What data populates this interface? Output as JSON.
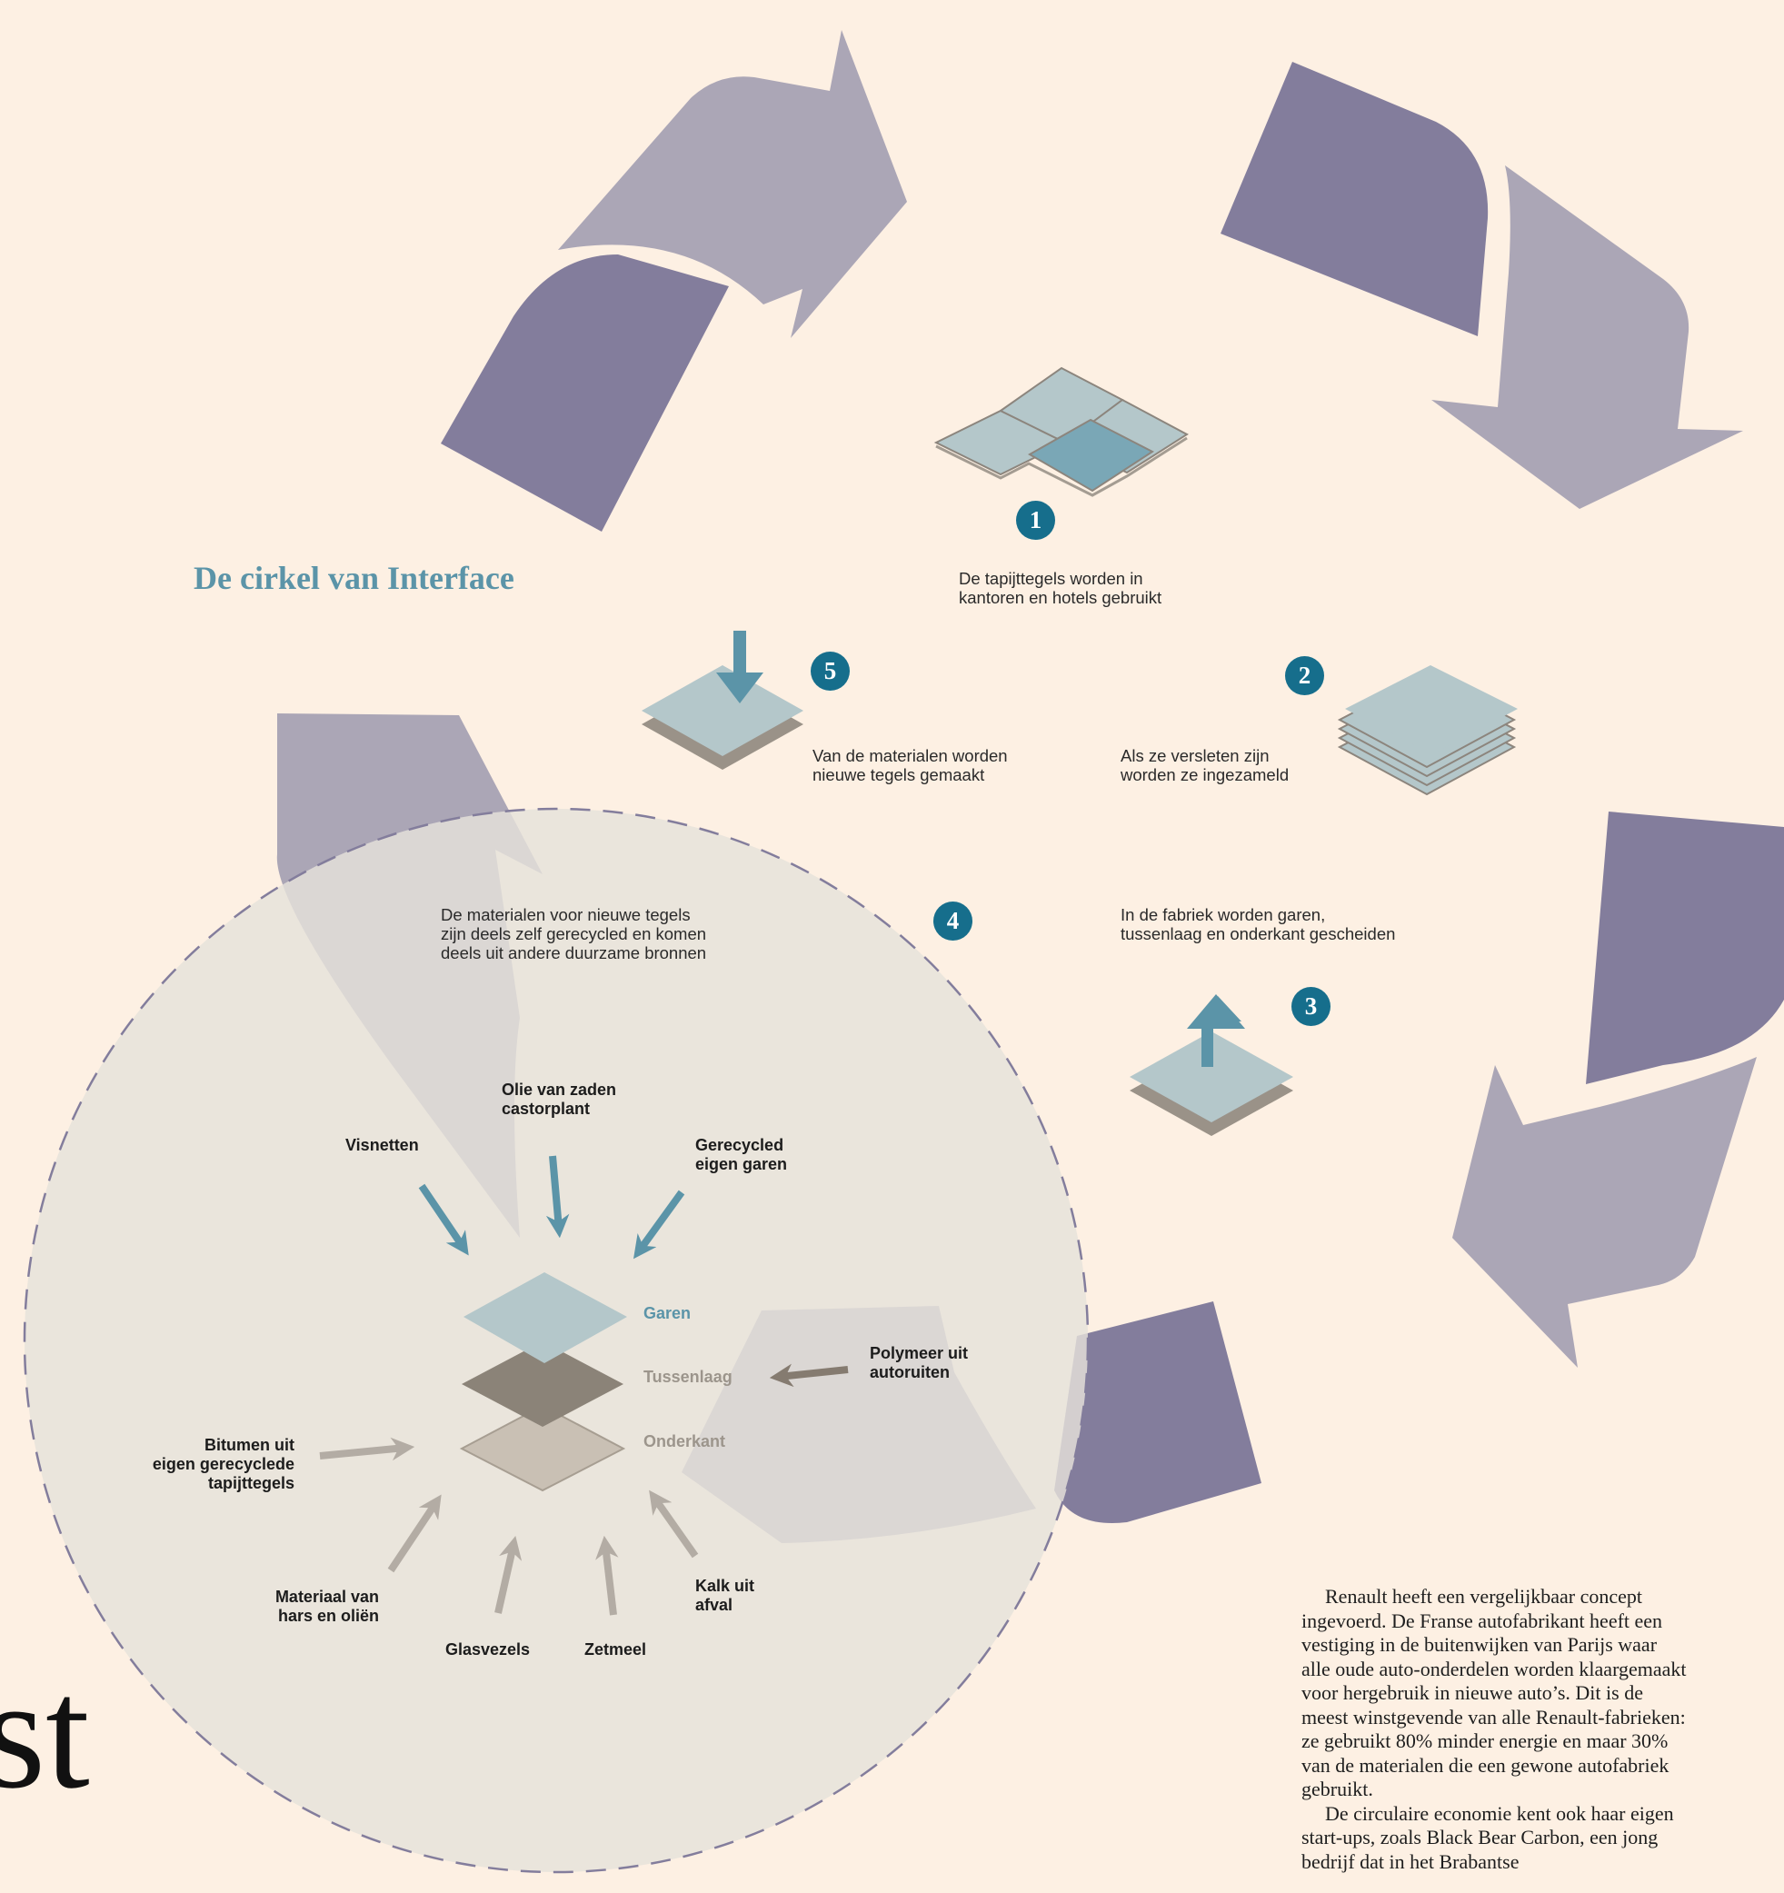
{
  "title": "De cirkel van Interface",
  "colors": {
    "background": "#fdf0e3",
    "arrow_dark": "#837d9c",
    "arrow_light": "#aba6b6",
    "accent_teal": "#5b94a8",
    "badge": "#166e8c",
    "tile_light": "#b4c7ca",
    "tile_dark": "#7aa7b6",
    "tile_mid_layer": "#8b8378",
    "tile_bottom_layer": "#c9c0b4",
    "circle_fill": "#e5e2da",
    "circle_dash": "#837d9c"
  },
  "steps": [
    {
      "number": "1",
      "text": "De tapijttegels worden in\nkantoren en hotels gebruikt"
    },
    {
      "number": "2",
      "text": "Als ze versleten zijn\nworden ze ingezameld"
    },
    {
      "number": "3",
      "text": "In de fabriek worden garen,\ntussenlaag en onderkant gescheiden"
    },
    {
      "number": "4",
      "text": "De materialen voor nieuwe tegels\nzijn deels zelf gerecycled en komen\ndeels uit andere duurzame bronnen"
    },
    {
      "number": "5",
      "text": "Van de materialen worden\n nieuwe tegels gemaakt"
    }
  ],
  "materials": {
    "visnetten": "Visnetten",
    "olie": "Olie van zaden\ncastorplant",
    "gerecycled": "Gerecycled\neigen garen",
    "polymeer": "Polymeer uit\nautoruiten",
    "bitumen": "Bitumen uit\neigen gerecyclede\ntapijttegels",
    "materiaal": "Materiaal van\nhars en oliën",
    "glasvezels": "Glasvezels",
    "zetmeel": "Zetmeel",
    "kalk": "Kalk uit\nafval"
  },
  "layers": {
    "garen": "Garen",
    "tussenlaag": "Tussenlaag",
    "onderkant": "Onderkant"
  },
  "article": {
    "p1": "Renault heeft een vergelijkbaar concept ingevoerd. De Franse autofabrikant heeft een vestiging in de buitenwijken van Parijs waar alle oude auto-onderdelen worden klaargemaakt voor hergebruik in nieuwe auto’s. Dit is de meest winstgevende van alle Renault-fabrieken: ze gebruikt 80% minder energie en maar 30% van de materialen die een gewone autofabriek gebruikt.",
    "p2": "De circulaire economie kent ook haar eigen start-ups, zoals Black Bear Carbon, een jong bedrijf dat in het Brabantse"
  },
  "partial_glyph": "st"
}
